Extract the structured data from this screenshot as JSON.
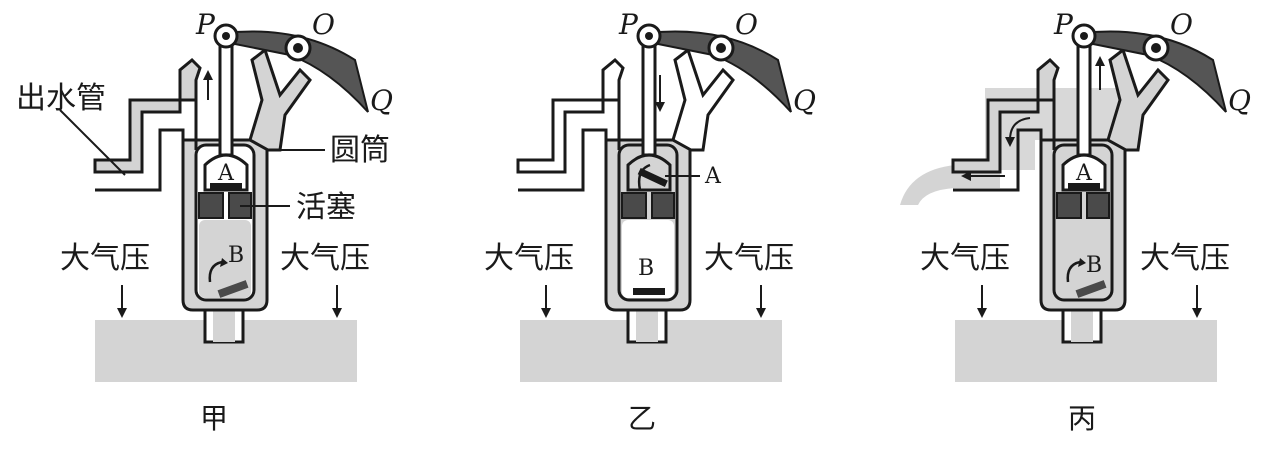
{
  "labels": {
    "P": "P",
    "O": "O",
    "Q": "Q",
    "A": "A",
    "B": "B",
    "outlet_pipe": "出水管",
    "cylinder": "圆筒",
    "piston": "活塞",
    "atm_pressure": "大气压"
  },
  "panels": [
    {
      "caption": "甲"
    },
    {
      "caption": "乙"
    },
    {
      "caption": "丙"
    }
  ],
  "colors": {
    "line": "#1a1a1a",
    "water": "#d4d4d4",
    "handle": "#555555",
    "piston": "#4a4a4a",
    "background": "#ffffff"
  }
}
